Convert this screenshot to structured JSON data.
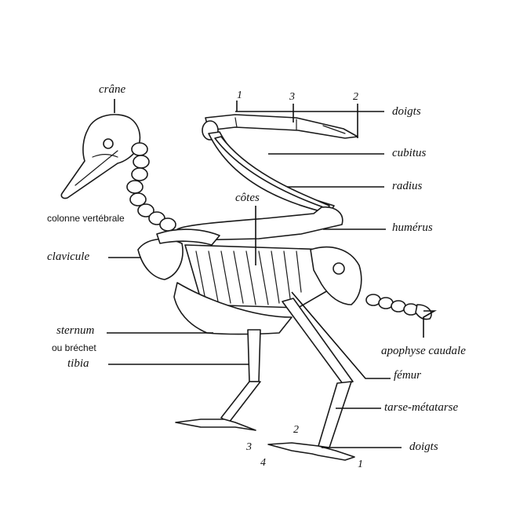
{
  "labels": {
    "crane": "crâne",
    "colonne": "colonne vertébrale",
    "clavicule": "clavicule",
    "sternum": "sternum",
    "brechet": "ou bréchet",
    "tibia": "tibia",
    "cotes": "côtes",
    "doigts_aile": "doigts",
    "cubitus": "cubitus",
    "radius": "radius",
    "humerus": "humérus",
    "apophyse": "apophyse caudale",
    "femur": "fémur",
    "tarse": "tarse-métatarse",
    "doigts_patte": "doigts"
  },
  "wing_digits": [
    "1",
    "3",
    "2"
  ],
  "foot_digits": [
    "2",
    "3",
    "4",
    "1"
  ]
}
